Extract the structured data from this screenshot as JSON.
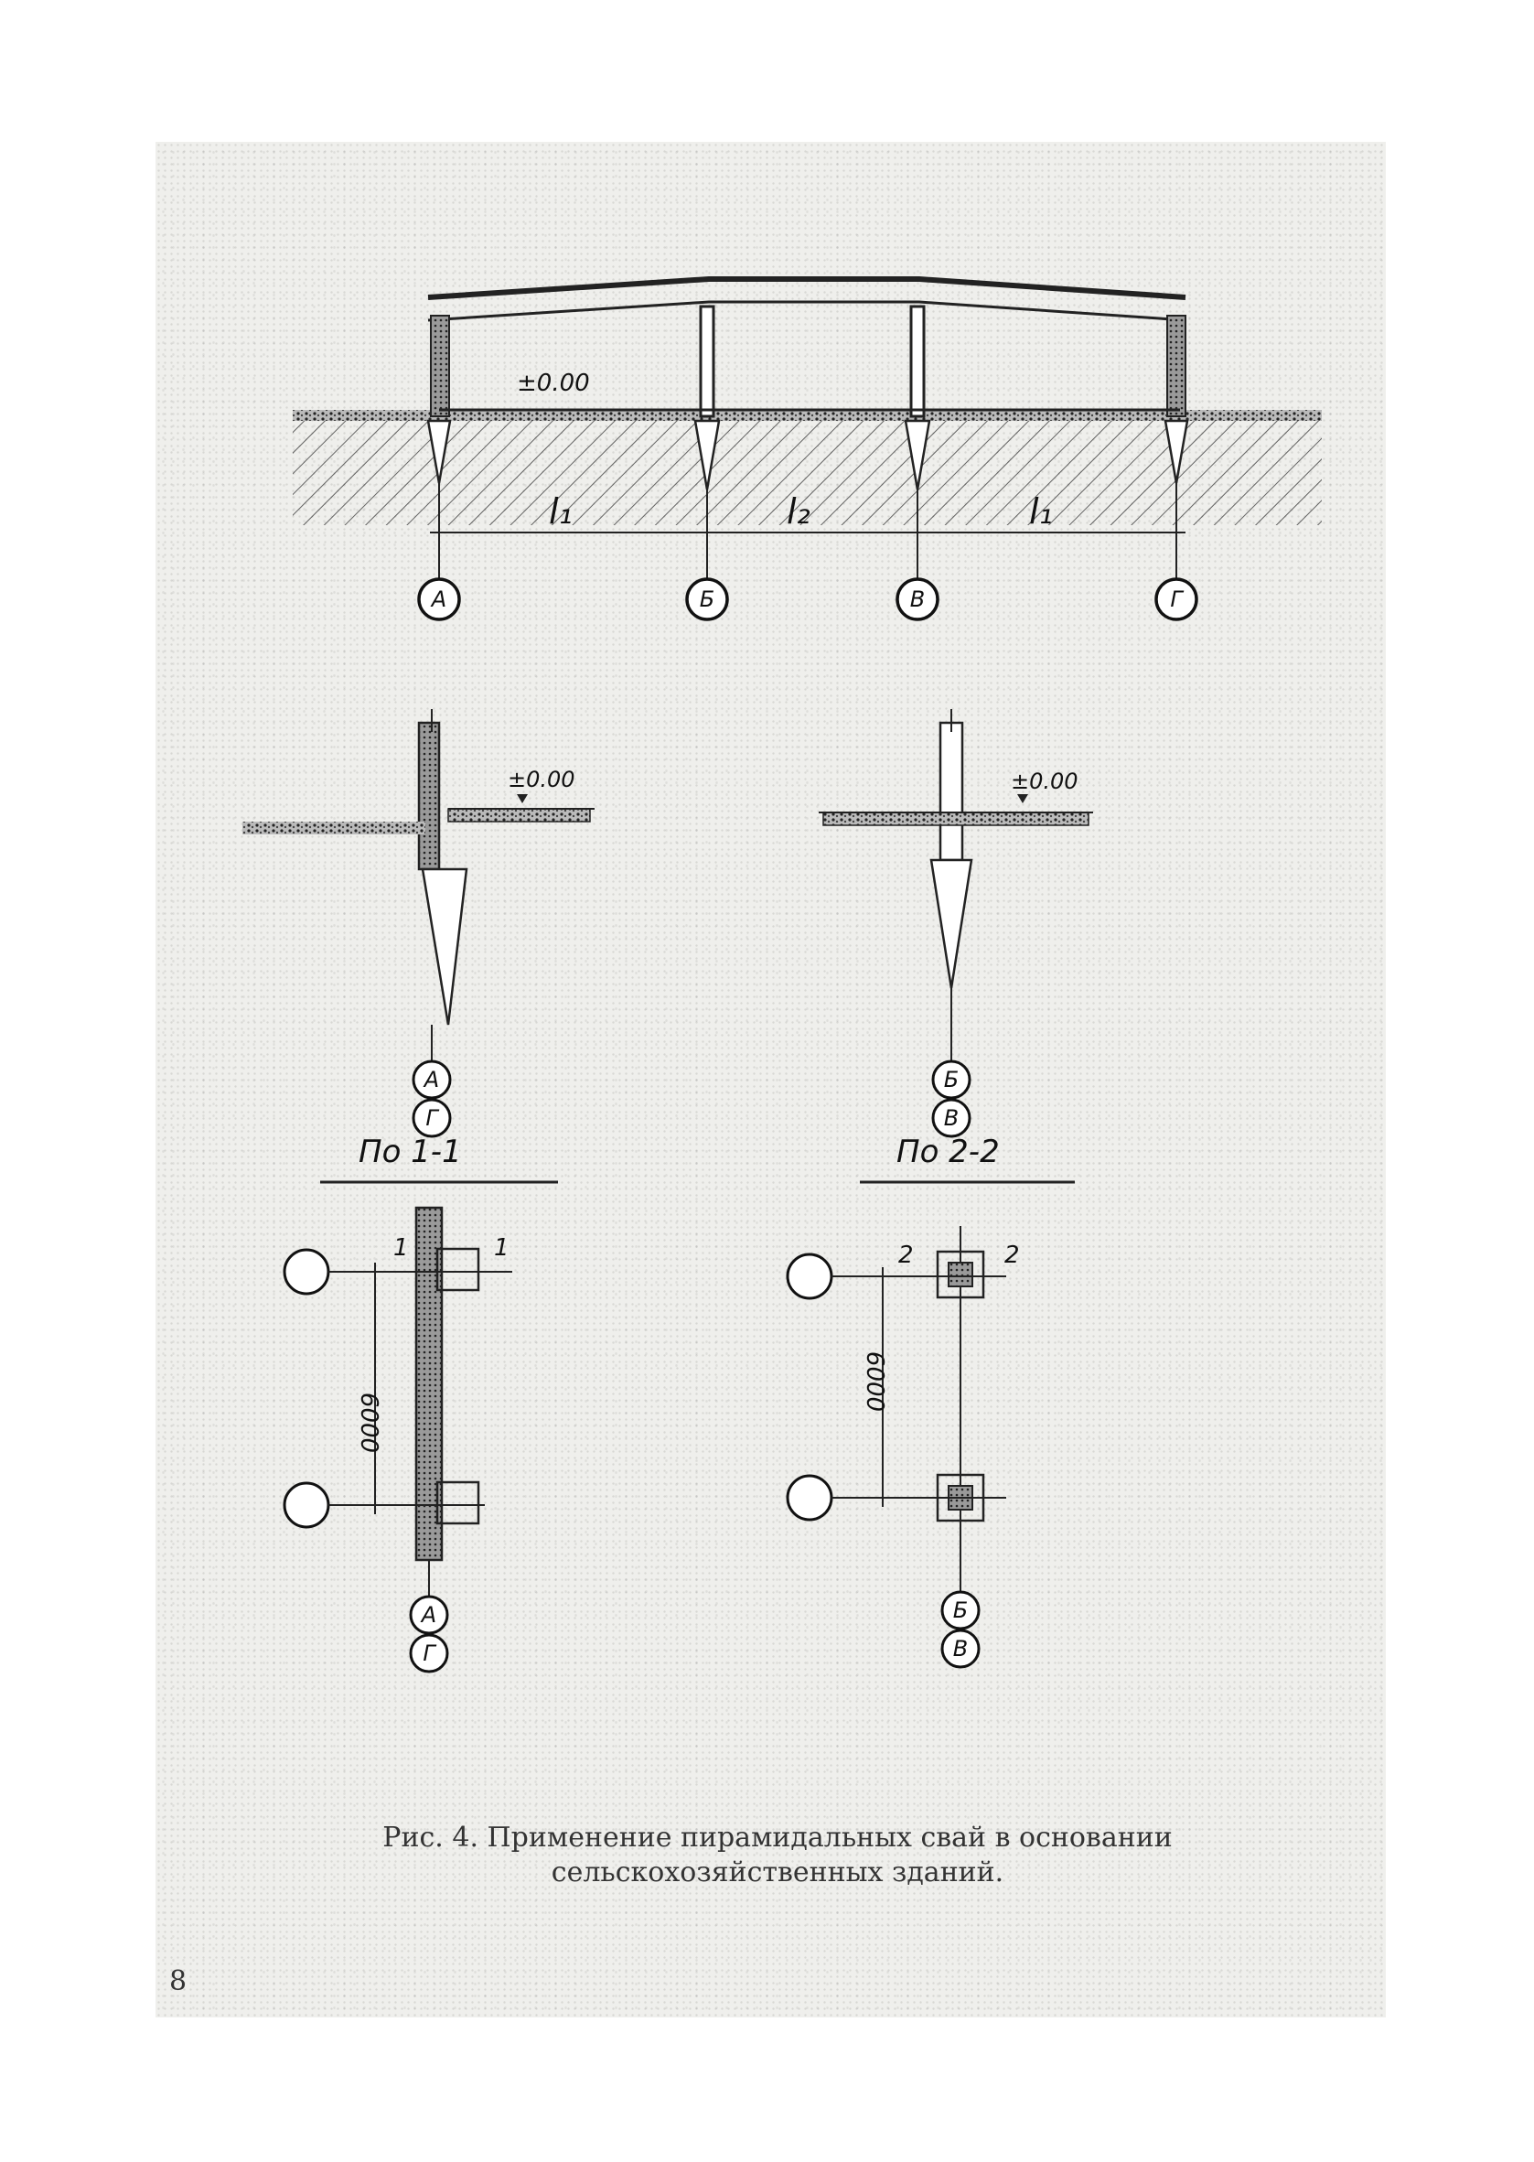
{
  "elevation_top": "±0.00",
  "elevation_left_detail": "±0.00",
  "elevation_right_detail": "±0.00",
  "span_labels": [
    "l₁",
    "l₂",
    "l₁"
  ],
  "section_axes": [
    "А",
    "Б",
    "В",
    "Г"
  ],
  "detail_left_axes": [
    "А",
    "Г"
  ],
  "detail_right_axes": [
    "Б",
    "В"
  ],
  "plan_left_title": "По 1-1",
  "plan_right_title": "По 2-2",
  "cut_mark_1": "1",
  "cut_mark_2": "2",
  "plan_left_dim": "6000",
  "plan_right_dim": "6000",
  "plan_left_axes": [
    "А",
    "Г"
  ],
  "plan_right_axes": [
    "Б",
    "В"
  ],
  "caption": {
    "line1": "Рис. 4. Применение пирамидальных свай в основании",
    "line2": "сельскохозяйственных зданий."
  },
  "page_number": "8"
}
